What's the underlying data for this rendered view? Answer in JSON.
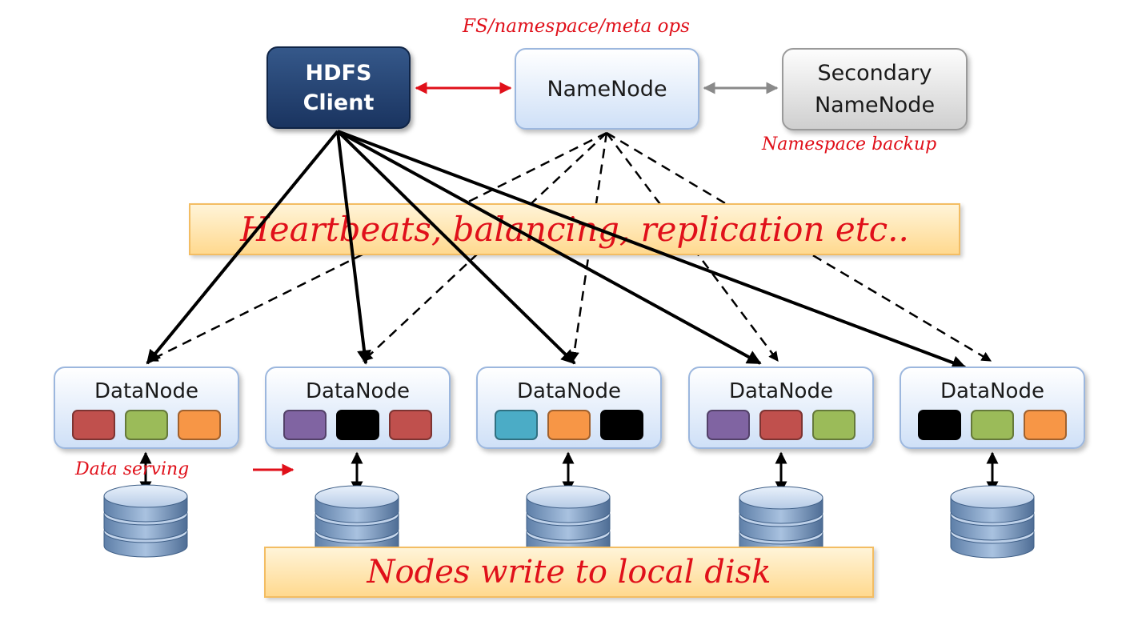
{
  "client": {
    "line1": "HDFS",
    "line2": "Client"
  },
  "namenode": {
    "label": "NameNode"
  },
  "secondary": {
    "line1": "Secondary",
    "line2": "NameNode"
  },
  "annotations": {
    "fs_ops": "FS/namespace/meta ops",
    "namespace_backup": "Namespace backup",
    "data_serving": "Data serving",
    "heartbeats": "Heartbeats, balancing, replication etc..",
    "local_disk": "Nodes write to local disk"
  },
  "colors": {
    "red": "#c0504d",
    "green": "#9bbb59",
    "orange": "#f79646",
    "purple": "#8064a2",
    "black": "#000000",
    "teal": "#4bacc6",
    "annotation_red": "#e0101a"
  },
  "datanodes": [
    {
      "label": "DataNode",
      "blocks": [
        "red",
        "green",
        "orange"
      ]
    },
    {
      "label": "DataNode",
      "blocks": [
        "purple",
        "black",
        "red"
      ]
    },
    {
      "label": "DataNode",
      "blocks": [
        "teal",
        "orange",
        "black"
      ]
    },
    {
      "label": "DataNode",
      "blocks": [
        "purple",
        "red",
        "green"
      ]
    },
    {
      "label": "DataNode",
      "blocks": [
        "black",
        "green",
        "orange"
      ]
    }
  ],
  "icons": {
    "disk": "database-icon"
  }
}
